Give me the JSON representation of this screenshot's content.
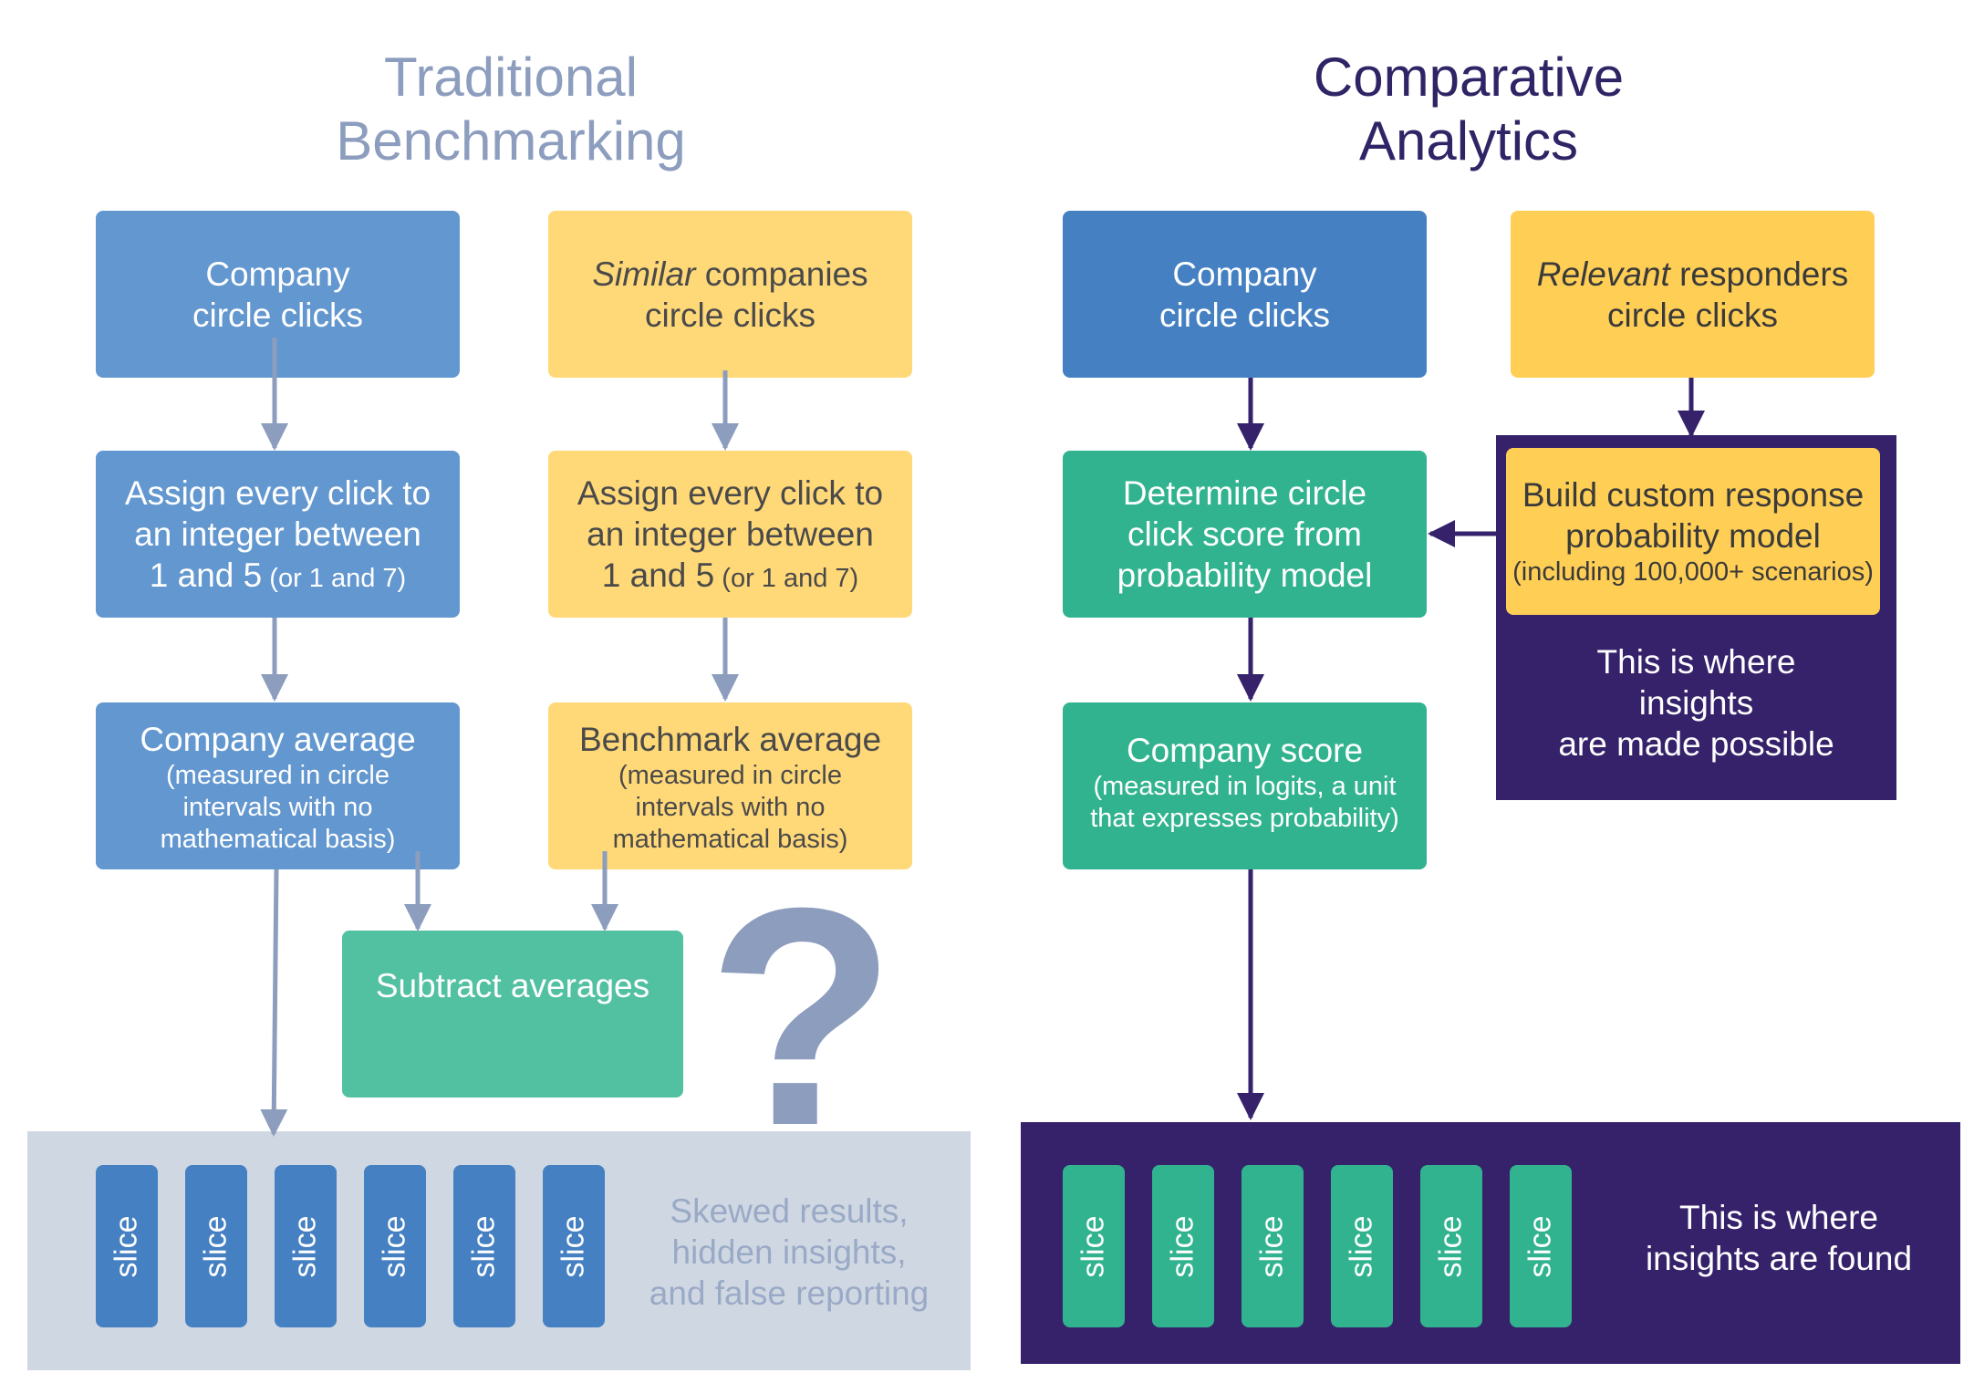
{
  "left": {
    "title_line1": "Traditional",
    "title_line2": "Benchmarking",
    "company_clicks": {
      "line1": "Company",
      "line2": "circle clicks"
    },
    "similar_clicks": {
      "italic": "Similar",
      "rest": " companies",
      "line2": "circle clicks"
    },
    "assign_company": {
      "line1": "Assign every click to",
      "line2": "an integer between",
      "line3_main": "1 and 5",
      "line3_small": " (or 1 and 7)"
    },
    "assign_similar": {
      "line1": "Assign every click to",
      "line2": "an integer between",
      "line3_main": "1 and 5",
      "line3_small": " (or 1 and 7)"
    },
    "company_average": {
      "title": "Company average",
      "sub1": "(measured in circle",
      "sub2": "intervals with no",
      "sub3": "mathematical basis)"
    },
    "benchmark_average": {
      "title": "Benchmark average",
      "sub1": "(measured in circle",
      "sub2": "intervals with no",
      "sub3": "mathematical basis)"
    },
    "subtract": "Subtract averages",
    "question_mark": "?",
    "slices": [
      "slice",
      "slice",
      "slice",
      "slice",
      "slice",
      "slice"
    ],
    "result": {
      "line1": "Skewed results,",
      "line2": "hidden insights,",
      "line3": "and false reporting"
    }
  },
  "right": {
    "title_line1": "Comparative",
    "title_line2": "Analytics",
    "company_clicks": {
      "line1": "Company",
      "line2": "circle clicks"
    },
    "relevant_clicks": {
      "italic": "Relevant",
      "rest": " responders",
      "line2": "circle clicks"
    },
    "determine": {
      "line1": "Determine circle",
      "line2": "click score from",
      "line3": "probability model"
    },
    "build": {
      "line1": "Build custom response",
      "line2": "probability model",
      "small": "(including 100,000+ scenarios)"
    },
    "possible": {
      "line1": "This is where",
      "line2": "insights",
      "line3": "are made possible"
    },
    "company_score": {
      "title": "Company score",
      "sub1": "(measured in logits, a unit",
      "sub2": "that expresses probability)"
    },
    "slices": [
      "slice",
      "slice",
      "slice",
      "slice",
      "slice",
      "slice"
    ],
    "found": {
      "line1": "This is where",
      "line2": "insights are found"
    }
  },
  "colors": {
    "title_left": "#8C9DBE",
    "title_right": "#2F2566",
    "arrow_left": "#8C9DBE",
    "arrow_right": "#35226B",
    "grey_panel": "#CFD8E2",
    "navy_panel": "#35226B"
  }
}
